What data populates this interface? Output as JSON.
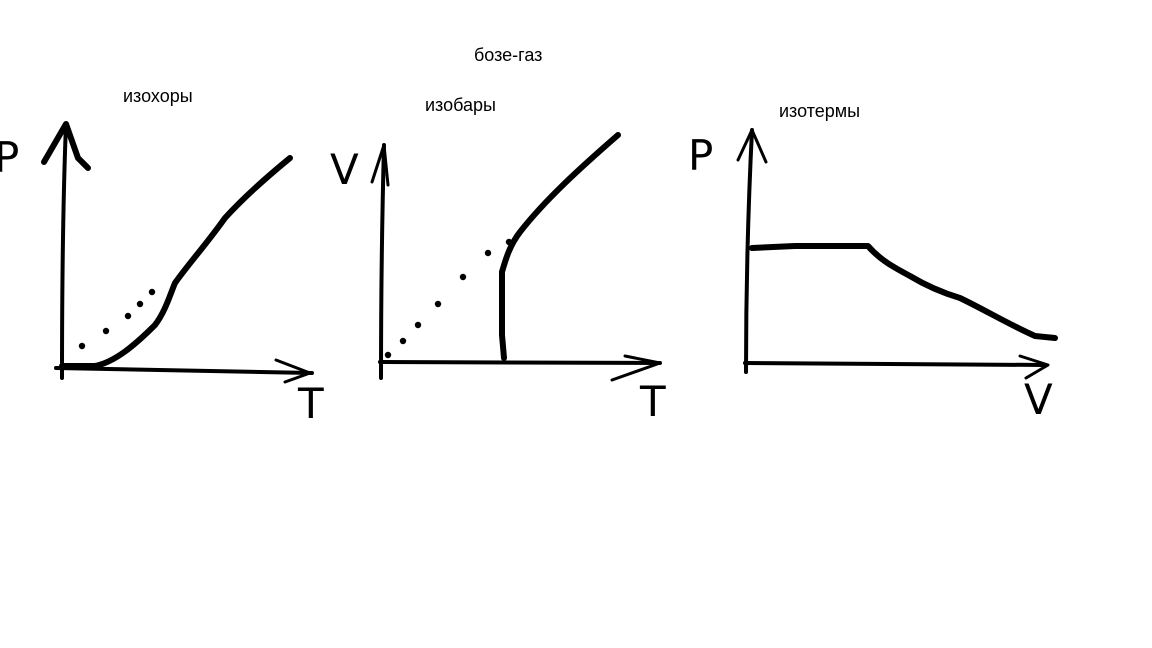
{
  "title": "бозе-газ",
  "colors": {
    "ink": "#000000",
    "background": "#ffffff"
  },
  "panels": [
    {
      "label": "изохоры",
      "y_axis_letter": "P",
      "x_axis_letter": "T"
    },
    {
      "label": "изобары",
      "y_axis_letter": "V",
      "x_axis_letter": "T"
    },
    {
      "label": "изотермы",
      "y_axis_letter": "P",
      "x_axis_letter": "V"
    }
  ]
}
